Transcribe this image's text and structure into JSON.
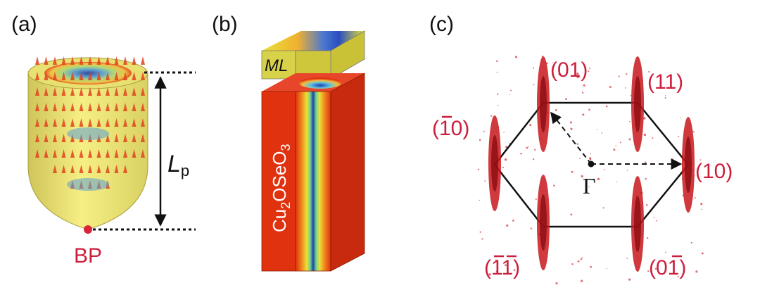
{
  "labels": {
    "a": "(a)",
    "b": "(b)",
    "c": "(c)"
  },
  "panel_a": {
    "length_symbol": "L",
    "length_subscript": "p",
    "point_label": "BP"
  },
  "panel_b": {
    "top_layer": "ML",
    "material": {
      "p1": "Cu",
      "s1": "2",
      "p2": "OSeO",
      "s2": "3"
    }
  },
  "panel_c": {
    "center": "Γ",
    "peaks": {
      "p01": "(01)",
      "p11": "(11)",
      "p10": "(10)",
      "pm10": "(10)",
      "pm1m1": "(11)",
      "p0m1": "(01)"
    }
  },
  "colors": {
    "label_red": "#cc1f3c",
    "cylinder_yellow": "#f2ea73",
    "arrow_red": "#e2421f",
    "block_red": "#e0320f",
    "spot_red": "#c8161b"
  }
}
